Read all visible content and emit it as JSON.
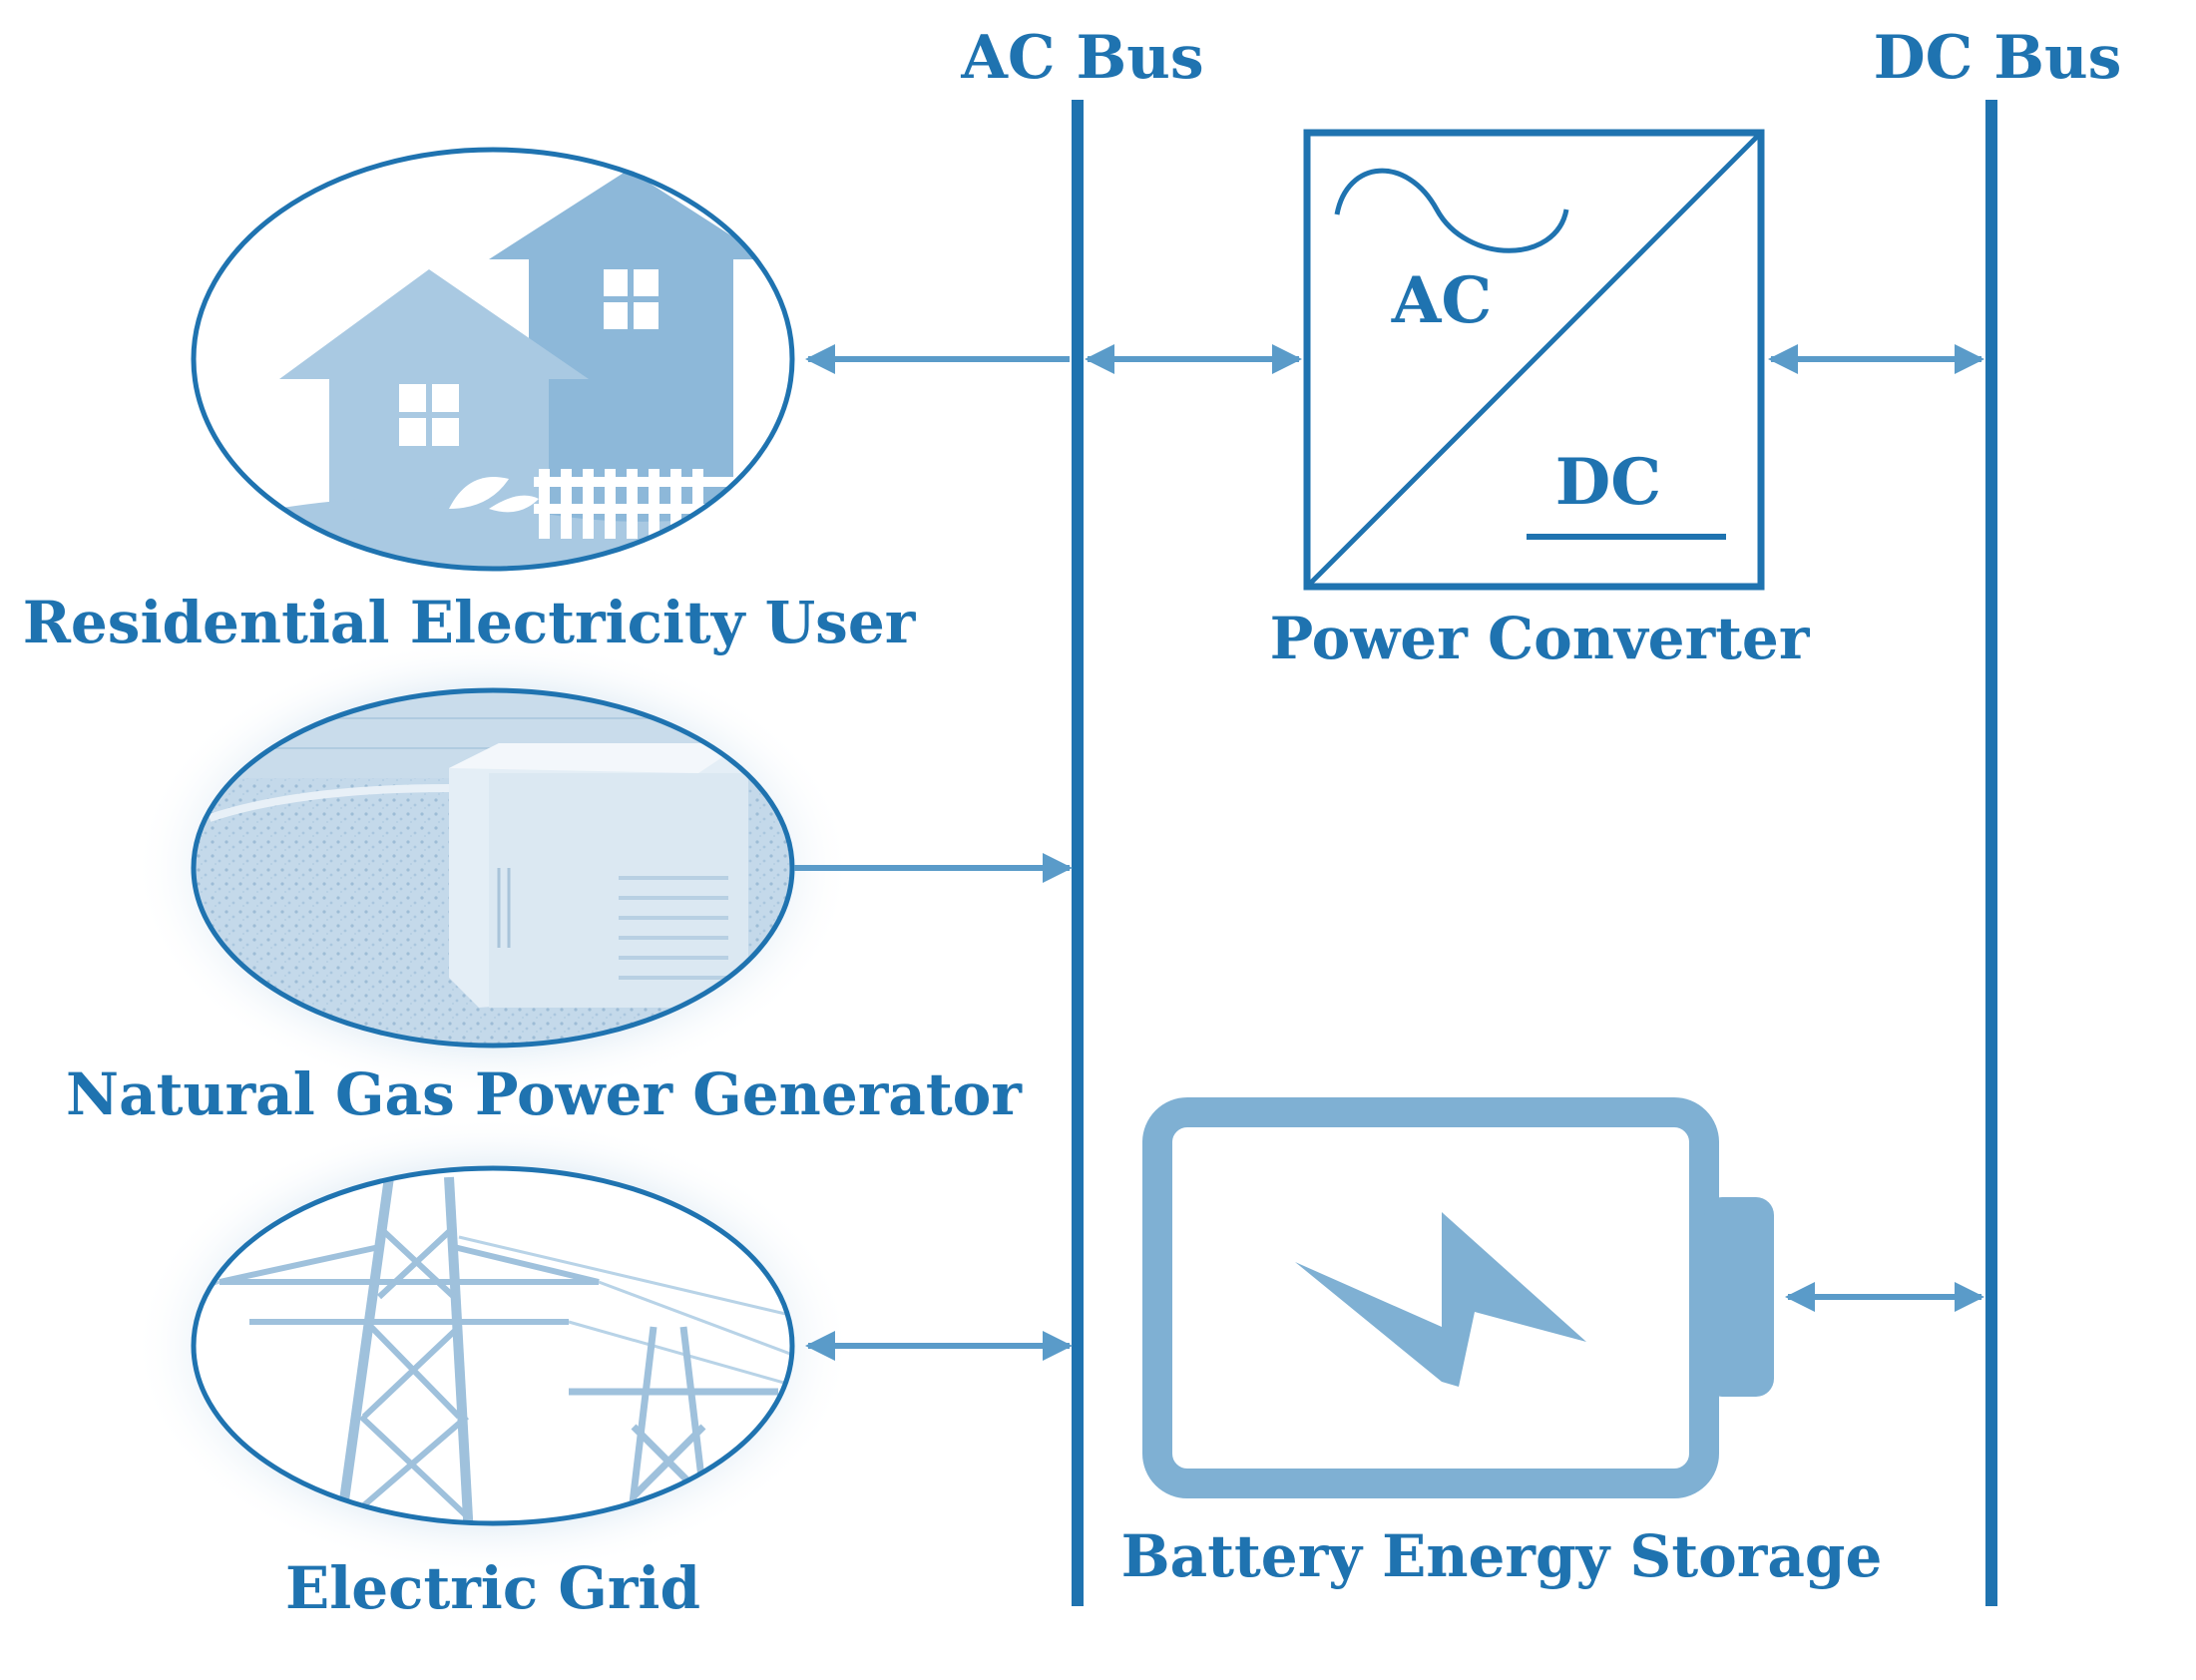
{
  "buses": {
    "ac_label": "AC Bus",
    "dc_label": "DC Bus"
  },
  "components": {
    "residential_user": "Residential Electricity User",
    "gas_generator": "Natural Gas Power Generator",
    "electric_grid": "Electric Grid",
    "power_converter": "Power Converter",
    "battery_storage": "Battery Energy Storage"
  },
  "converter": {
    "ac_text": "AC",
    "dc_text": "DC"
  },
  "icons": {
    "house": "house-icon",
    "generator": "generator-icon",
    "pylon": "transmission-tower-icon",
    "battery": "battery-icon",
    "lightning": "lightning-bolt-icon"
  },
  "colors": {
    "line": "#1f73b0",
    "fill_light": "#a9c9e2",
    "fill_mid": "#7fb0d3"
  }
}
